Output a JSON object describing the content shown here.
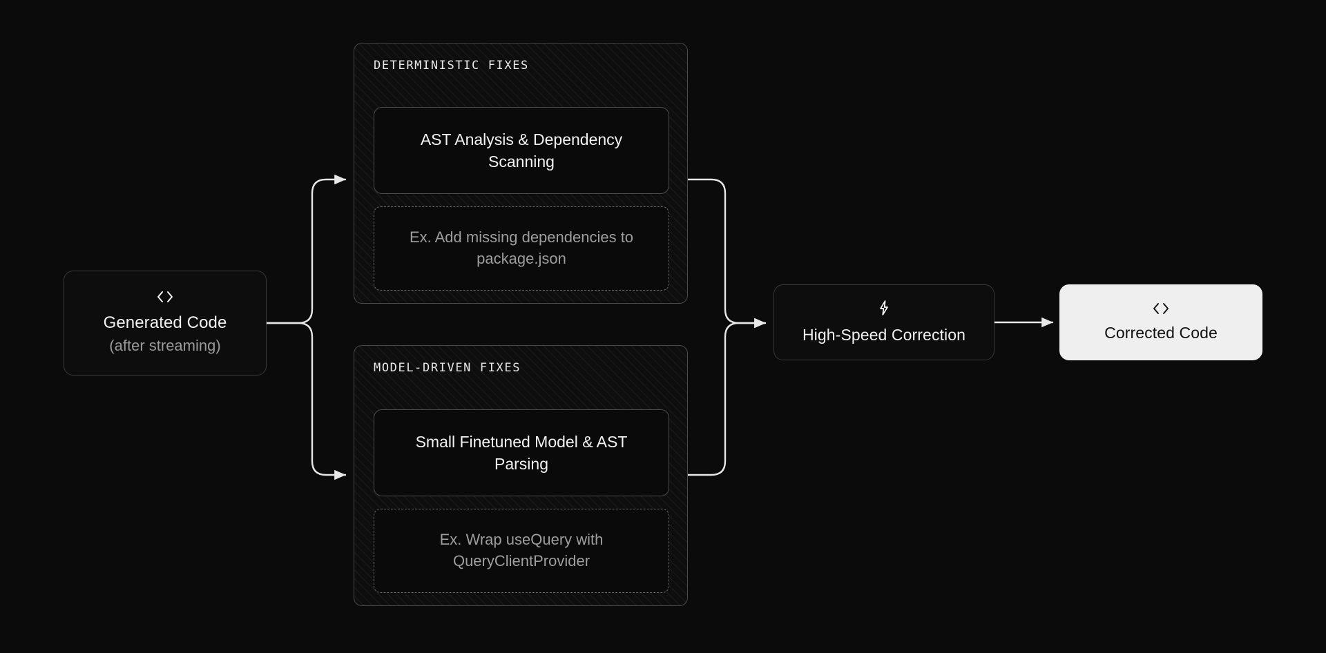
{
  "diagram": {
    "background_color": "#0b0b0b",
    "accent_light": "#efefef",
    "edge_color": "#e8e8e8"
  },
  "nodes": {
    "generated": {
      "icon": "code-brackets-icon",
      "icon_glyph": "‹›",
      "title": "Generated Code",
      "subtitle": "(after streaming)"
    },
    "high_speed": {
      "icon": "lightning-bolt-icon",
      "title": "High-Speed Correction"
    },
    "corrected": {
      "icon": "code-brackets-icon",
      "icon_glyph": "‹›",
      "title": "Corrected Code"
    }
  },
  "groups": [
    {
      "id": "deterministic",
      "label": "DETERMINISTIC FIXES",
      "card": "AST Analysis & Dependency Scanning",
      "example": "Ex. Add missing dependencies to package.json"
    },
    {
      "id": "model_driven",
      "label": "MODEL-DRIVEN FIXES",
      "card": "Small Finetuned Model & AST Parsing",
      "example": "Ex. Wrap useQuery with QueryClientProvider"
    }
  ],
  "edges": [
    {
      "from": "generated",
      "to": "deterministic"
    },
    {
      "from": "generated",
      "to": "model_driven"
    },
    {
      "from": "deterministic",
      "to": "high_speed"
    },
    {
      "from": "model_driven",
      "to": "high_speed"
    },
    {
      "from": "high_speed",
      "to": "corrected"
    }
  ]
}
